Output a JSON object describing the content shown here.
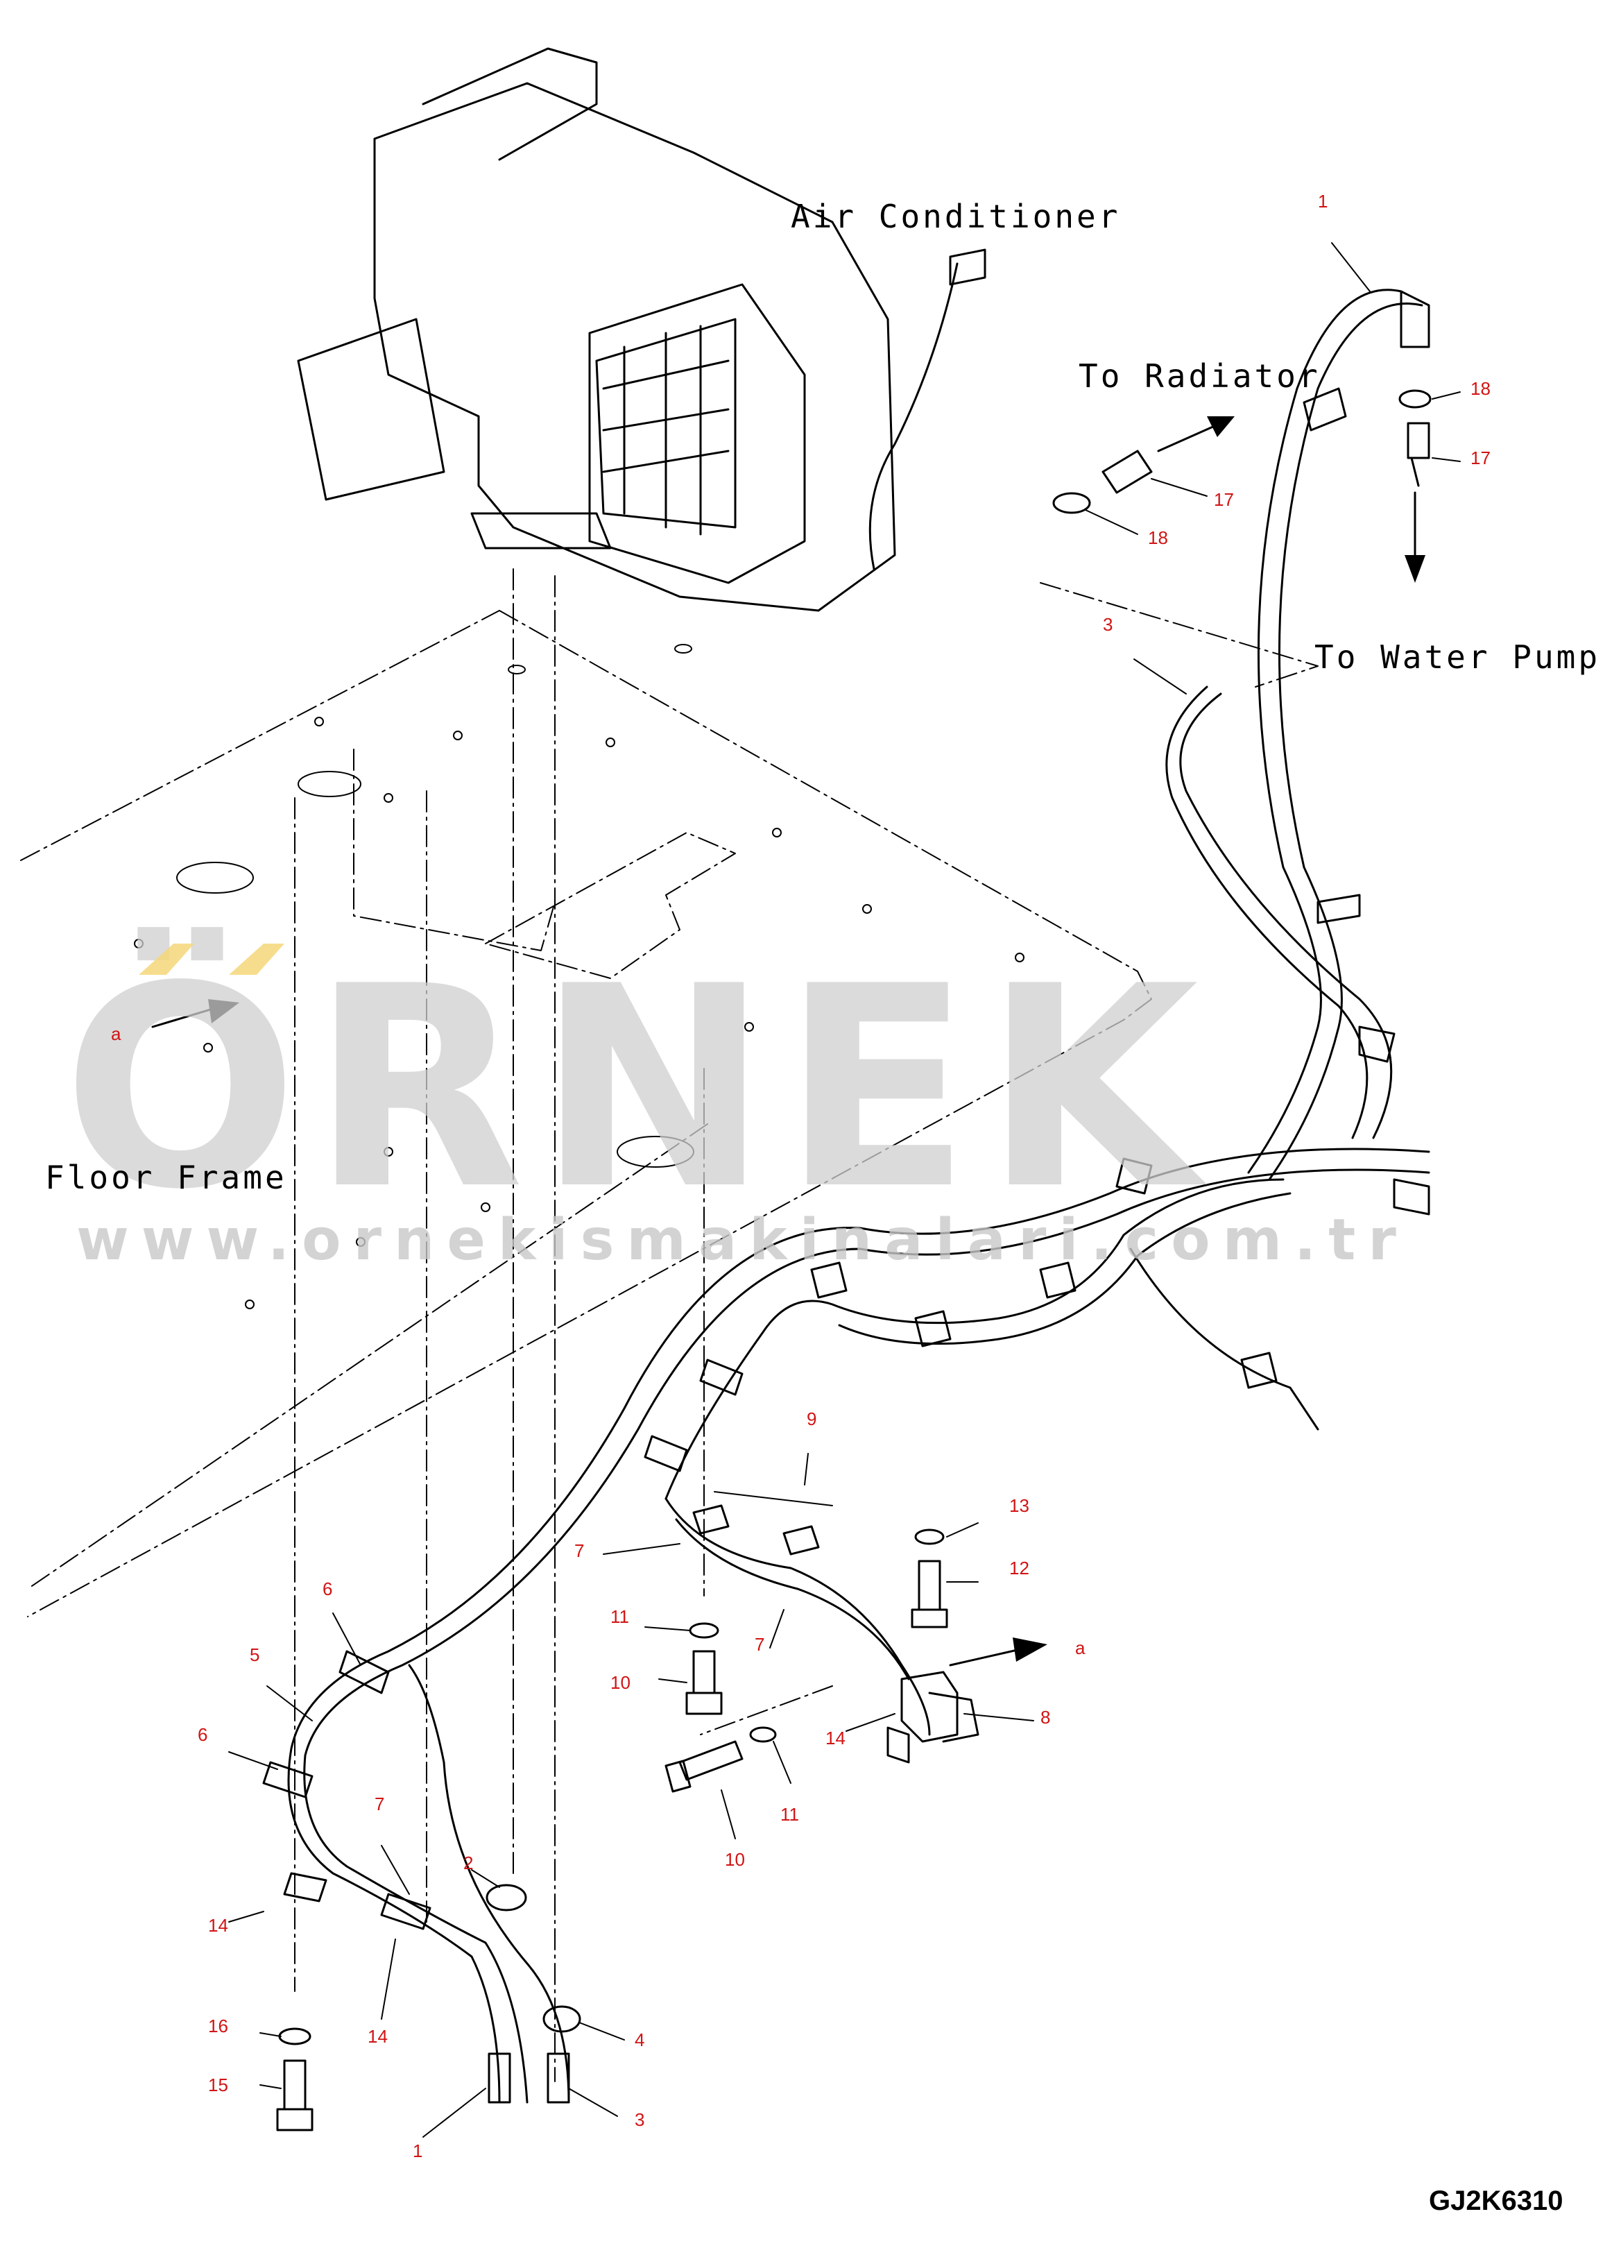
{
  "labels": {
    "air_conditioner": "Air Conditioner",
    "to_radiator": "To Radiator",
    "to_water_pump": "To Water Pump",
    "floor_frame": "Floor Frame",
    "diagram_code": "GJ2K6310"
  },
  "watermark": {
    "brand": "ÖRNEK",
    "url": "www.ornekismakinalari.com.tr"
  },
  "callouts": [
    "1",
    "18",
    "17",
    "17",
    "18",
    "3",
    "a",
    "9",
    "13",
    "12",
    "7",
    "11",
    "7",
    "10",
    "a",
    "8",
    "14",
    "11",
    "10",
    "6",
    "5",
    "6",
    "7",
    "2",
    "14",
    "14",
    "4",
    "16",
    "15",
    "3",
    "1"
  ],
  "colors": {
    "line": "#000000",
    "callout": "#d11414",
    "watermark": "#cfcfcf",
    "watermark_accent": "#f5d77a"
  }
}
